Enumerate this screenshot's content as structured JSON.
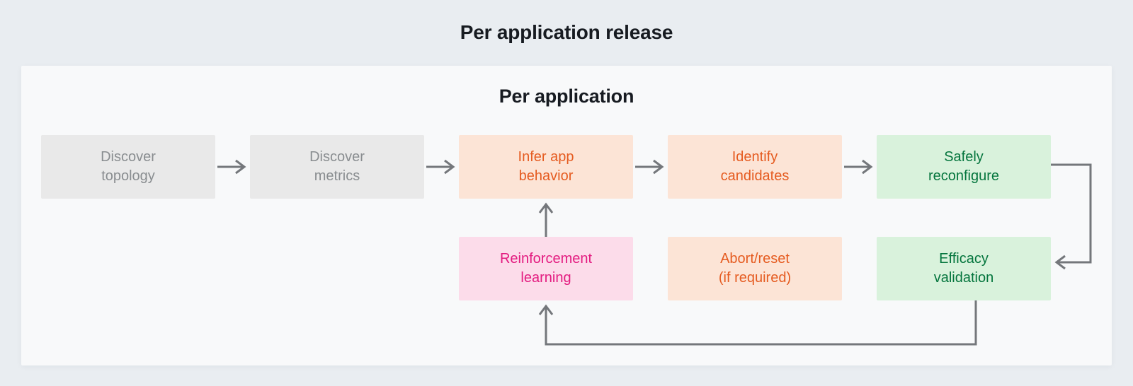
{
  "diagram": {
    "title": "Per application release",
    "inner_title": "Per application"
  },
  "boxes": [
    {
      "id": "discover-topology",
      "line1": "Discover",
      "line2": "topology",
      "variant": "gray"
    },
    {
      "id": "discover-metrics",
      "line1": "Discover",
      "line2": "metrics",
      "variant": "gray"
    },
    {
      "id": "infer-app-behavior",
      "line1": "Infer app",
      "line2": "behavior",
      "variant": "peach"
    },
    {
      "id": "identify-candidates",
      "line1": "Identify",
      "line2": "candidates",
      "variant": "peach"
    },
    {
      "id": "safely-reconfigure",
      "line1": "Safely",
      "line2": "reconfigure",
      "variant": "green"
    },
    {
      "id": "reinforcement-learning",
      "line1": "Reinforcement",
      "line2": "learning",
      "variant": "pink"
    },
    {
      "id": "abort-reset",
      "line1": "Abort/reset",
      "line2": "(if required)",
      "variant": "peach"
    },
    {
      "id": "efficacy-validation",
      "line1": "Efficacy",
      "line2": "validation",
      "variant": "green"
    }
  ],
  "flows": [
    {
      "from": "discover-topology",
      "to": "discover-metrics"
    },
    {
      "from": "discover-metrics",
      "to": "infer-app-behavior"
    },
    {
      "from": "infer-app-behavior",
      "to": "identify-candidates"
    },
    {
      "from": "identify-candidates",
      "to": "safely-reconfigure"
    },
    {
      "from": "safely-reconfigure",
      "to": "efficacy-validation"
    },
    {
      "from": "reinforcement-learning",
      "to": "infer-app-behavior"
    },
    {
      "from": "efficacy-validation",
      "to": "reinforcement-learning"
    }
  ],
  "colors": {
    "outer_background": "#e9edf1",
    "inner_background": "#f8f9fa",
    "title_text": "#171b21",
    "connector": "#74777b",
    "box_gray_bg": "#e9e9e9",
    "box_gray_text": "#898d90",
    "box_peach_bg": "#fce4d6",
    "box_peach_text": "#e55b20",
    "box_green_bg": "#d9f2dc",
    "box_green_text": "#04753d",
    "box_pink_bg": "#fcdcea",
    "box_pink_text": "#e31b80"
  }
}
